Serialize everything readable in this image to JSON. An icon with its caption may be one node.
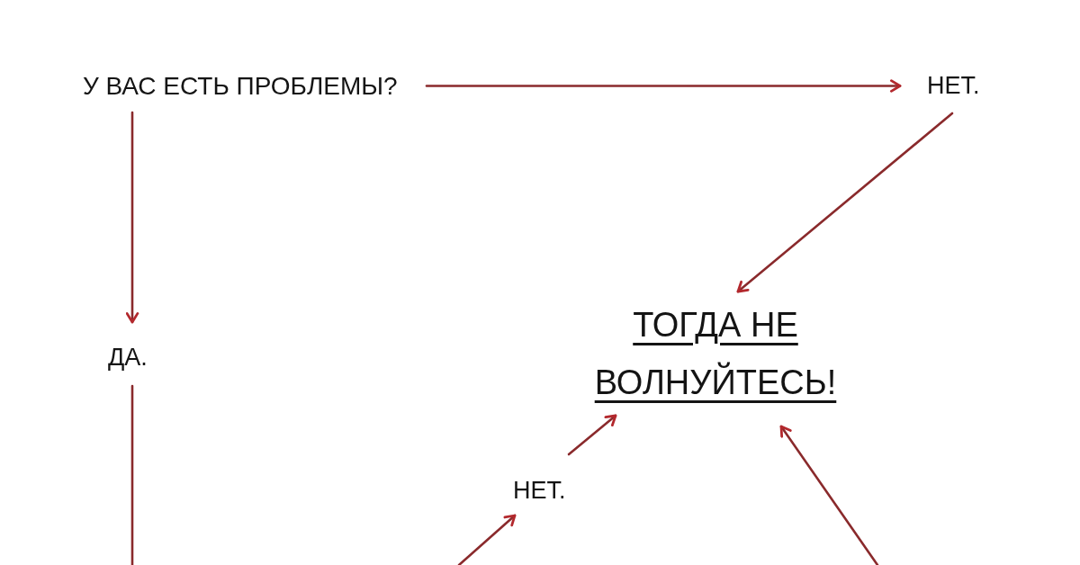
{
  "diagram": {
    "nodes": [
      {
        "text": [
          "У ВАС ЕСТЬ ПРОБЛЕМЫ?"
        ]
      },
      {
        "text": [
          "НЕТ."
        ]
      },
      {
        "text": [
          "ДА."
        ]
      },
      {
        "text": [
          "ТОГДА НЕ ВОЛНУЙТЕСЬ!"
        ]
      },
      {
        "text": [
          "НЕТ."
        ]
      }
    ],
    "edges": [
      {
        "from": 0,
        "to": 1,
        "arrow": "to"
      },
      {
        "from": 1,
        "to": 3,
        "arrow": "to"
      },
      {
        "from": 0,
        "to": 2,
        "arrow": "to"
      },
      {
        "from": 2,
        "to": null,
        "arrow": "none"
      },
      {
        "from": 4,
        "to": 3,
        "arrow": "to"
      },
      {
        "from": null,
        "to": 4,
        "arrow": "to"
      },
      {
        "from": null,
        "to": 3,
        "arrow": "to"
      }
    ]
  }
}
